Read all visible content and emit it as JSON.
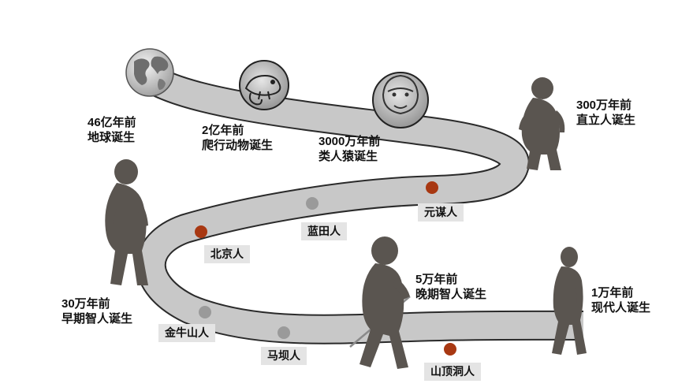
{
  "colors": {
    "road": "#c8c8c8",
    "road_edge": "#2a2a2a",
    "dot_red": "#a83812",
    "dot_gray": "#9a9a9a",
    "tag_bg": "#e4e4e4",
    "figure": "#5a5550"
  },
  "milestones": {
    "earth": {
      "line1": "46亿年前",
      "line2": "地球诞生",
      "icon": "globe-icon"
    },
    "reptile": {
      "line1": "2亿年前",
      "line2": "爬行动物诞生",
      "icon": "chameleon-icon"
    },
    "ape": {
      "line1": "3000万年前",
      "line2": "类人猿诞生",
      "icon": "ape-face-icon"
    },
    "erectus": {
      "line1": "300万年前",
      "line2": "直立人诞生",
      "icon": "erectus-figure-icon"
    },
    "early_sapiens": {
      "line1": "30万年前",
      "line2": "早期智人诞生",
      "icon": "early-sapiens-figure-icon"
    },
    "late_sapiens": {
      "line1": "5万年前",
      "line2": "晚期智人诞生",
      "icon": "late-sapiens-figure-icon"
    },
    "modern": {
      "line1": "1万年前",
      "line2": "现代人诞生",
      "icon": "modern-human-figure-icon"
    }
  },
  "sites": {
    "yuanmou": {
      "label": "元谋人",
      "marker": "red"
    },
    "lantian": {
      "label": "蓝田人",
      "marker": "gray"
    },
    "beijing": {
      "label": "北京人",
      "marker": "red"
    },
    "jinniushan": {
      "label": "金牛山人",
      "marker": "gray"
    },
    "maba": {
      "label": "马坝人",
      "marker": "gray"
    },
    "shandingdong": {
      "label": "山顶洞人",
      "marker": "red"
    }
  }
}
